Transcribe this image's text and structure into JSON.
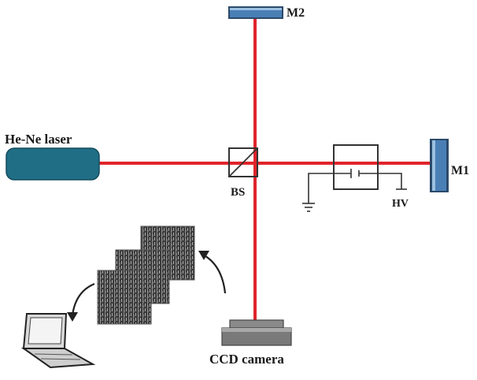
{
  "labels": {
    "mirror2": "M2",
    "laser": "He-Ne laser",
    "beam_splitter": "BS",
    "mirror1": "M1",
    "high_voltage": "HV",
    "camera": "CCD camera"
  },
  "colors": {
    "beam": "#e0242b",
    "laser_body": "#1f6e86",
    "mirror_face": "#4a7fb5",
    "mirror_frame": "#2b4a6a",
    "camera_body": "#8a8a8a",
    "outline": "#222222"
  },
  "icons": [
    "laser-source",
    "beam-splitter-cube",
    "mirror",
    "electro-optic-cell",
    "ground-symbol",
    "ccd-camera",
    "speckle-images",
    "laptop-icon",
    "curved-arrow"
  ]
}
